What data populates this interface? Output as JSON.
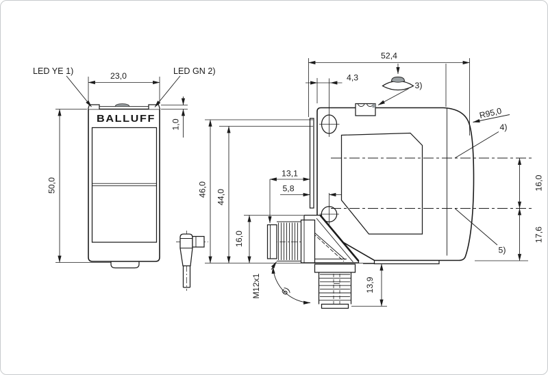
{
  "title": "Balluff sensor dimensional drawing",
  "brand_logo": "BALLUFF",
  "labels": {
    "led_yellow": "LED YE 1)",
    "led_green": "LED GN 2)"
  },
  "callouts": {
    "c3": "3)",
    "c4": "4)",
    "c5": "5)",
    "c6": "6)"
  },
  "dims": {
    "front_width": "23,0",
    "front_height": "50,0",
    "led_height": "1,0",
    "side_width": "52,4",
    "hole_top_offset": "4,3",
    "side_height": "46,0",
    "side_height_inner": "44,0",
    "connector_protrusion": "13,1",
    "hole_bottom_offset": "5,8",
    "connector_height": "16,0",
    "axis_upper": "16,0",
    "axis_lower": "17,6",
    "connector_down_length": "13,9",
    "front_radius": "R95,0",
    "thread_spec": "M12x1"
  },
  "colors": {
    "line": "#1c1c1c",
    "background": "#ffffff",
    "shade": "#949a9d"
  }
}
